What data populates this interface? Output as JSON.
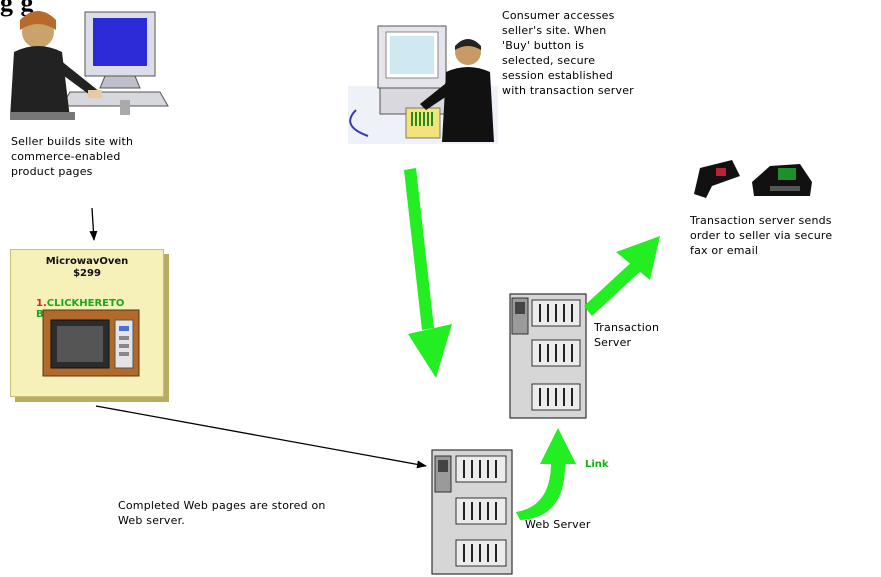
{
  "title_fragment": "g                                    g",
  "captions": {
    "seller_builds": "Seller builds site with\ncommerce-enabled\nproduct pages",
    "consumer_accesses": "Consumer accesses\nseller's site. When\n'Buy' button is\nselected, secure\nsession established\nwith transaction server",
    "transaction_sends": "Transaction server sends\norder to seller via secure\nfax or email",
    "transaction_server": "Transaction\nServer",
    "web_server": "Web Server",
    "completed_pages": "Completed Web pages are stored on\nWeb server."
  },
  "product_card": {
    "line1": "MicrowavOven",
    "line2": "$299",
    "buy_prefix": "1.",
    "buy_text": "CLICKHERETO\nBUY"
  },
  "link_label": "Link",
  "colors": {
    "arrow_green": "#22ee22",
    "card_bg": "#f6f1b9",
    "server_gray": "#d6d6d6"
  }
}
